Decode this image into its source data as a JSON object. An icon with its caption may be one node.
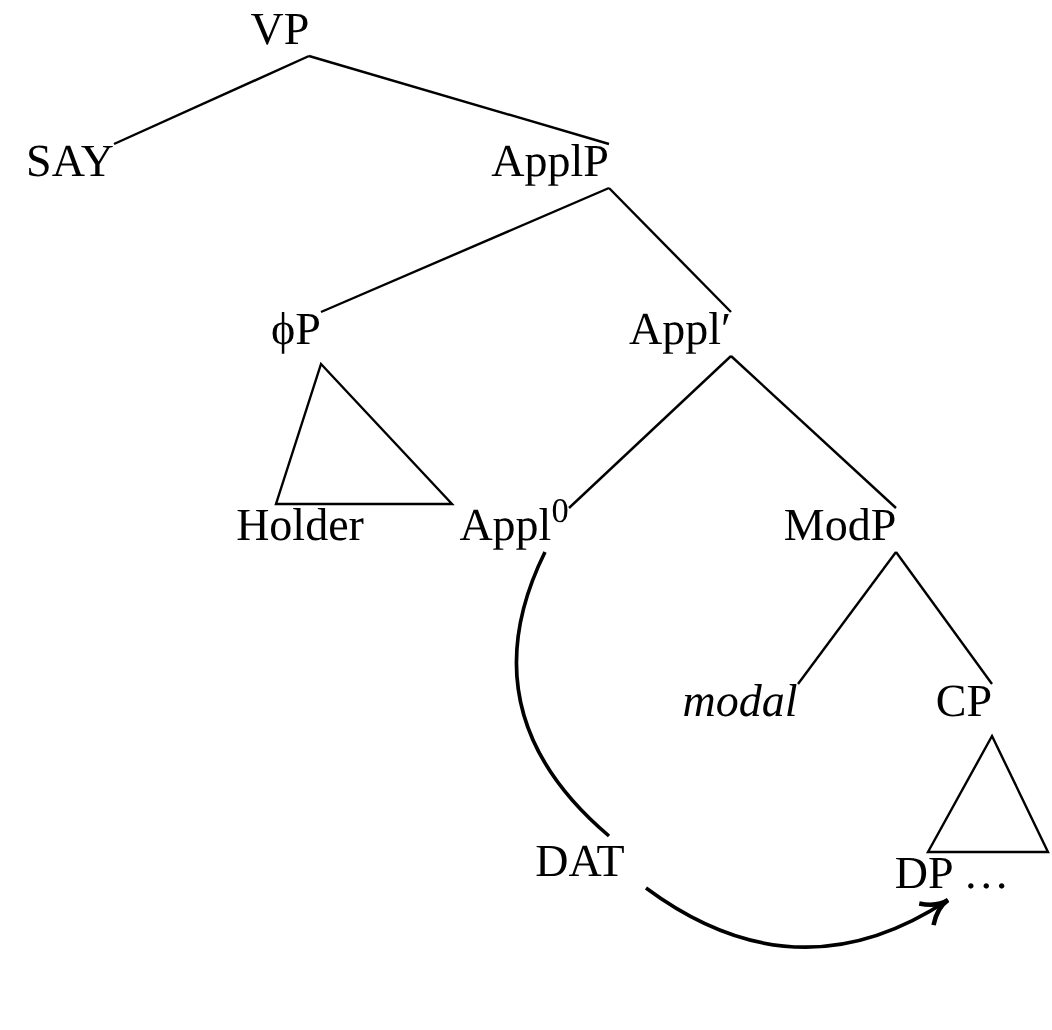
{
  "diagram": {
    "nodes": [
      {
        "text": [
          "VP"
        ]
      },
      {
        "text": [
          "SAY"
        ]
      },
      {
        "text": [
          "ApplP"
        ]
      },
      {
        "text": [
          "ϕP"
        ]
      },
      {
        "text": [
          "Appl′"
        ]
      },
      {
        "text": [
          "Holder"
        ]
      },
      {
        "text": [
          "Appl$^{0}$"
        ]
      },
      {
        "text": [
          "ModP"
        ]
      },
      {
        "text": [
          "modal"
        ]
      },
      {
        "text": [
          "CP"
        ]
      },
      {
        "text": [
          "DAT"
        ]
      },
      {
        "text": [
          "DP …"
        ]
      }
    ],
    "edges": [
      {
        "from": 0,
        "to": 1,
        "arrow": "none"
      },
      {
        "from": 0,
        "to": 2,
        "arrow": "none"
      },
      {
        "from": 2,
        "to": 3,
        "arrow": "none"
      },
      {
        "from": 2,
        "to": 4,
        "arrow": "none"
      },
      {
        "from": 3,
        "to": 5,
        "arrow": "none"
      },
      {
        "from": 4,
        "to": 6,
        "arrow": "none"
      },
      {
        "from": 4,
        "to": 7,
        "arrow": "none"
      },
      {
        "from": 7,
        "to": 8,
        "arrow": "none"
      },
      {
        "from": 7,
        "to": 9,
        "arrow": "none"
      },
      {
        "from": 9,
        "to": 11,
        "arrow": "none"
      },
      {
        "from": 6,
        "to": 10,
        "arrow": "none"
      },
      {
        "from": 10,
        "to": 11,
        "arrow": "to"
      }
    ]
  }
}
